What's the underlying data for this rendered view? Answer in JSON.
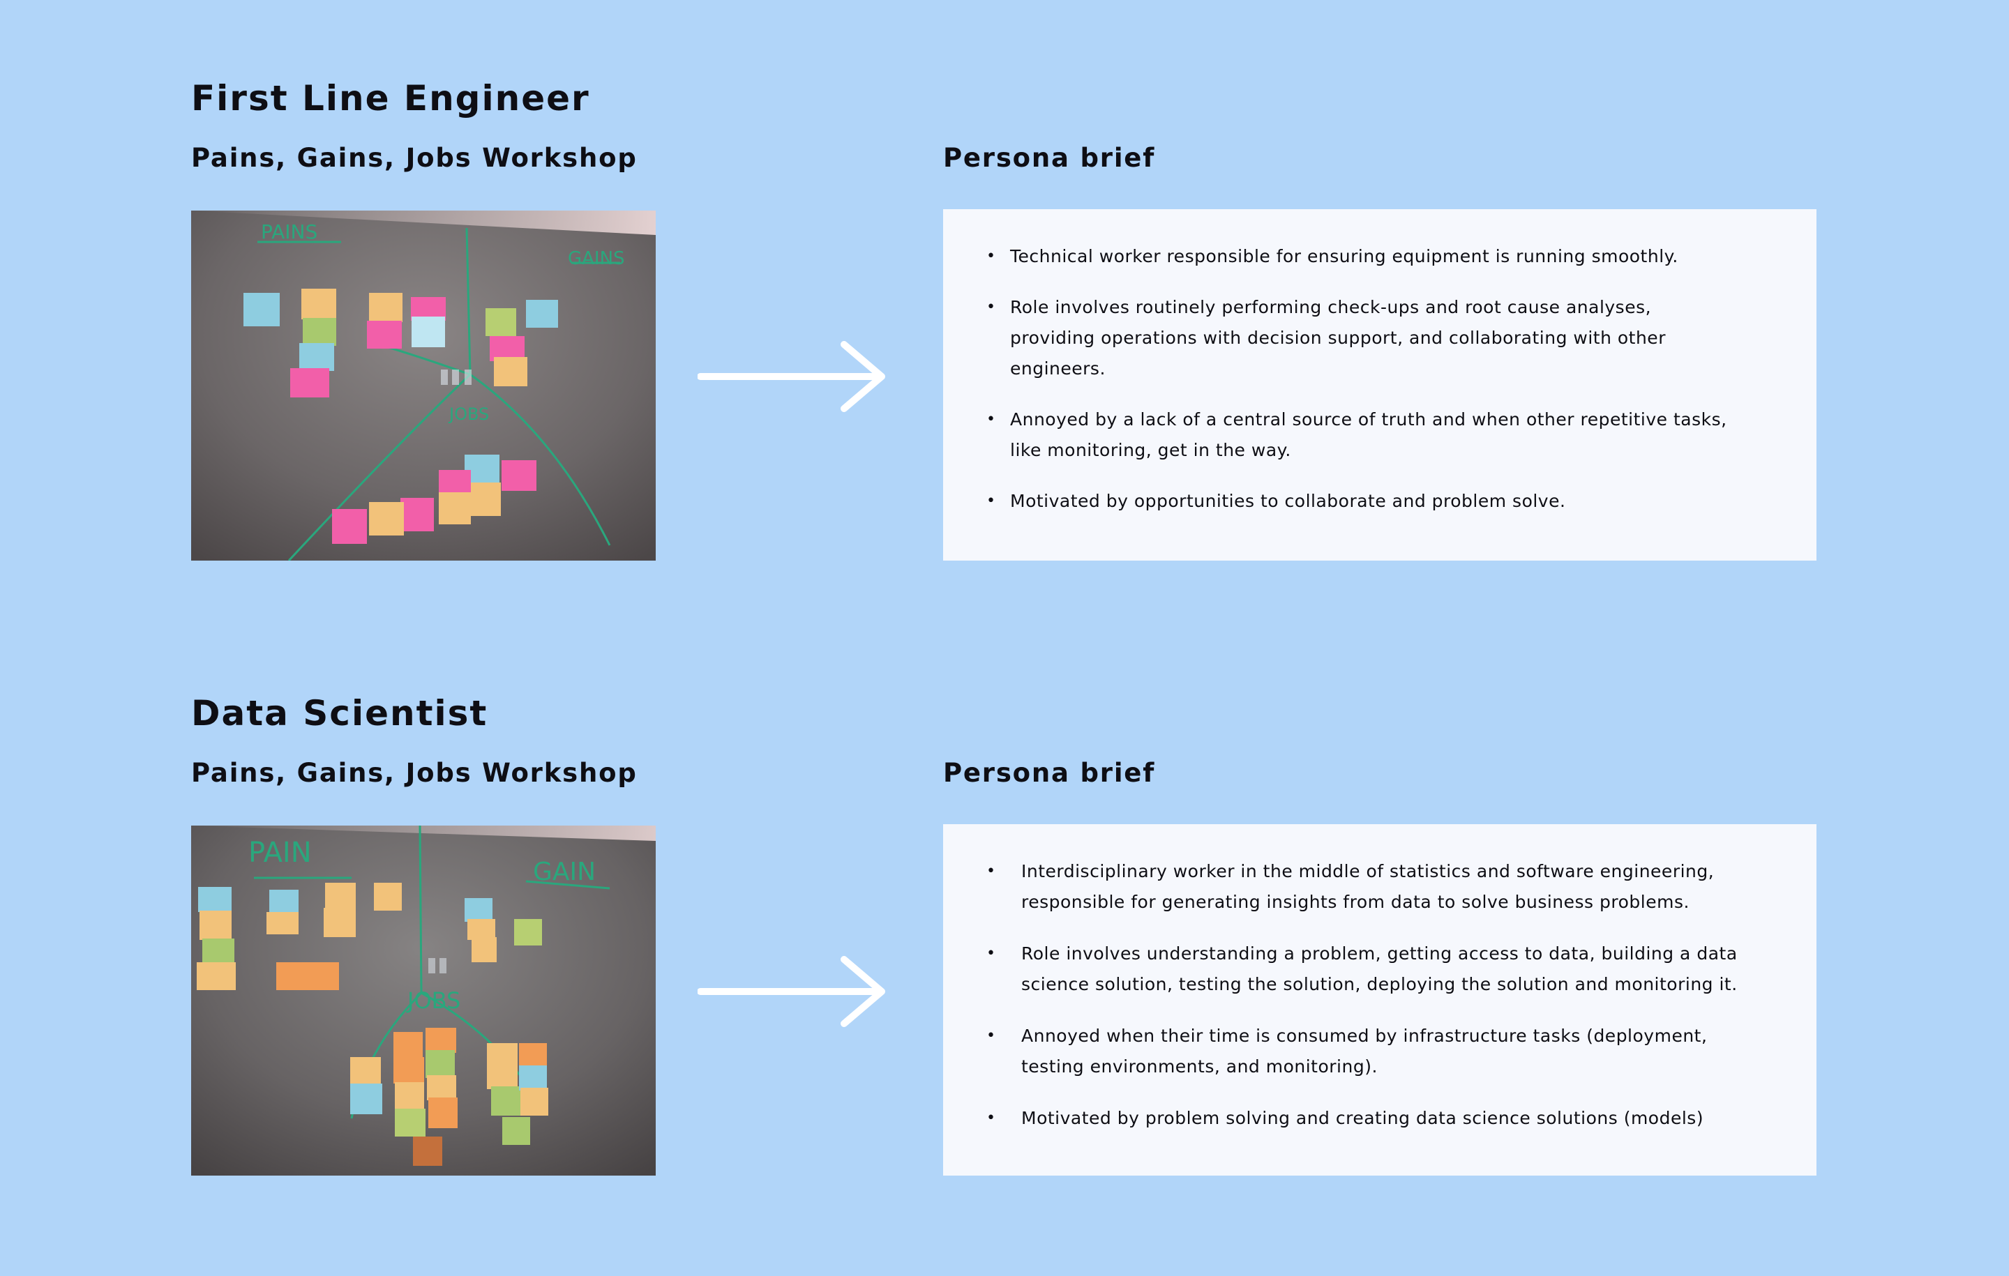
{
  "personas": [
    {
      "title": "First Line Engineer",
      "workshop_title": "Pains, Gains, Jobs Workshop",
      "brief_title": "Persona brief",
      "photo_labels": {
        "pains": "PAINS",
        "gains": "GAINS",
        "jobs": "JOBS"
      },
      "brief_items": [
        "Technical worker responsible for ensuring equipment is running smoothly.",
        "Role involves routinely performing check-ups and root cause analyses, providing operations with decision support, and collaborating with other engineers.",
        "Annoyed by a lack of a central source of truth and when other repetitive tasks, like monitoring, get in the way.",
        "Motivated by opportunities to collaborate and problem solve."
      ]
    },
    {
      "title": "Data Scientist",
      "workshop_title": "Pains, Gains, Jobs Workshop",
      "brief_title": "Persona brief",
      "photo_labels": {
        "pains": "PAIN",
        "gains": "GAIN",
        "jobs": "JOBS"
      },
      "brief_items": [
        "Interdisciplinary worker in the middle of statistics and software engineering, responsible for generating insights from data to solve business problems.",
        "Role involves understanding a problem, getting access to data, building a data science solution, testing the solution, deploying the solution and monitoring it.",
        "Annoyed when their time is consumed by infrastructure tasks (deployment, testing environments, and monitoring).",
        "Motivated by problem solving and creating data science solutions (models)"
      ]
    }
  ],
  "icons": {
    "arrow": "arrow-right-icon",
    "bullet": "bullet-icon"
  },
  "colors": {
    "background": "#b1d5f9",
    "card": "#f6f8fd",
    "text": "#0e0e14",
    "arrow": "#ffffff",
    "marker": "#2aa77d"
  }
}
